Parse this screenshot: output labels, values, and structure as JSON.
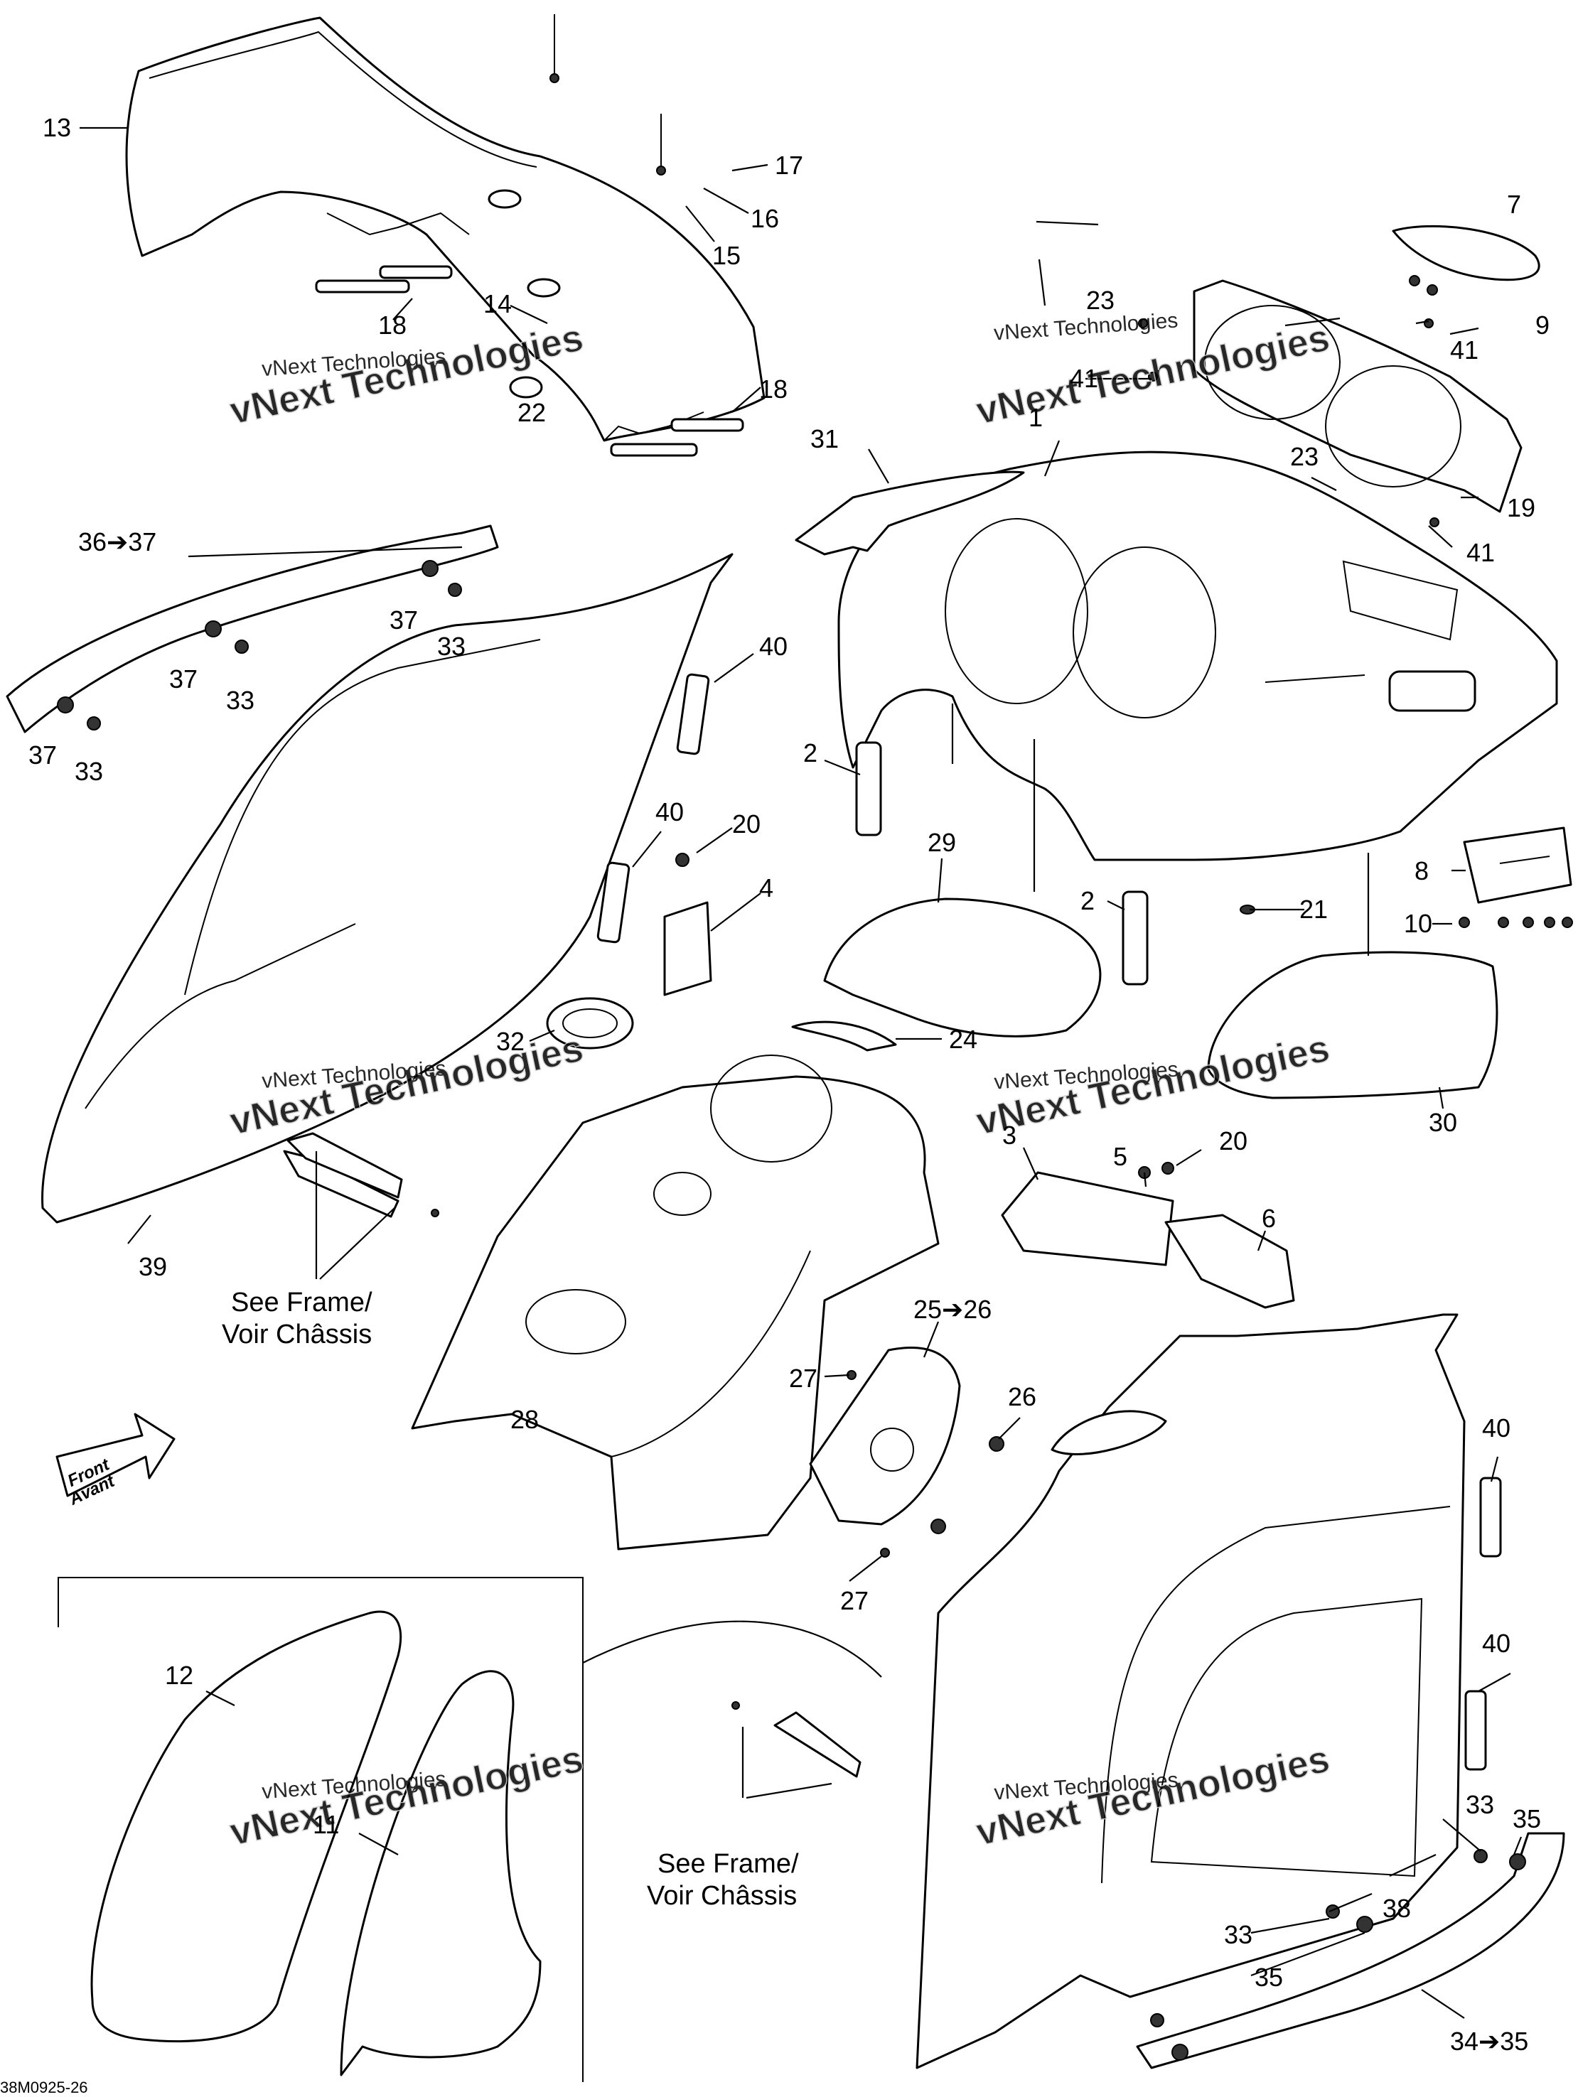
{
  "diagram": {
    "callouts": [
      {
        "id": "c13",
        "text": "13"
      },
      {
        "id": "c17",
        "text": "17"
      },
      {
        "id": "c16",
        "text": "16"
      },
      {
        "id": "c15",
        "text": "15"
      },
      {
        "id": "c14",
        "text": "14"
      },
      {
        "id": "c18a",
        "text": "18"
      },
      {
        "id": "c22",
        "text": "22"
      },
      {
        "id": "c18b",
        "text": "18"
      },
      {
        "id": "c7",
        "text": "7"
      },
      {
        "id": "c23a",
        "text": "23"
      },
      {
        "id": "c9",
        "text": "9"
      },
      {
        "id": "c41a",
        "text": "41"
      },
      {
        "id": "c41b",
        "text": "41"
      },
      {
        "id": "c31",
        "text": "31"
      },
      {
        "id": "c1",
        "text": "1"
      },
      {
        "id": "c23b",
        "text": "23"
      },
      {
        "id": "c19",
        "text": "19"
      },
      {
        "id": "c41c",
        "text": "41"
      },
      {
        "id": "c36",
        "text": "36➔37"
      },
      {
        "id": "c37a",
        "text": "37"
      },
      {
        "id": "c33a",
        "text": "33"
      },
      {
        "id": "c37b",
        "text": "37"
      },
      {
        "id": "c33b",
        "text": "33"
      },
      {
        "id": "c37c",
        "text": "37"
      },
      {
        "id": "c33c",
        "text": "33"
      },
      {
        "id": "c40a",
        "text": "40"
      },
      {
        "id": "c2a",
        "text": "2"
      },
      {
        "id": "c40b",
        "text": "40"
      },
      {
        "id": "c20a",
        "text": "20"
      },
      {
        "id": "c4",
        "text": "4"
      },
      {
        "id": "c29",
        "text": "29"
      },
      {
        "id": "c2b",
        "text": "2"
      },
      {
        "id": "c8",
        "text": "8"
      },
      {
        "id": "c21",
        "text": "21"
      },
      {
        "id": "c10",
        "text": "10"
      },
      {
        "id": "c32",
        "text": "32"
      },
      {
        "id": "c24",
        "text": "24"
      },
      {
        "id": "c30",
        "text": "30"
      },
      {
        "id": "c39",
        "text": "39"
      },
      {
        "id": "c3",
        "text": "3"
      },
      {
        "id": "c5",
        "text": "5"
      },
      {
        "id": "c20b",
        "text": "20"
      },
      {
        "id": "c6",
        "text": "6"
      },
      {
        "id": "c25",
        "text": "25➔26"
      },
      {
        "id": "c27a",
        "text": "27"
      },
      {
        "id": "c26",
        "text": "26"
      },
      {
        "id": "c28",
        "text": "28"
      },
      {
        "id": "c27b",
        "text": "27"
      },
      {
        "id": "c40c",
        "text": "40"
      },
      {
        "id": "c12",
        "text": "12"
      },
      {
        "id": "c40d",
        "text": "40"
      },
      {
        "id": "c11",
        "text": "11"
      },
      {
        "id": "c33d",
        "text": "33"
      },
      {
        "id": "c35a",
        "text": "35"
      },
      {
        "id": "c38",
        "text": "38"
      },
      {
        "id": "c33e",
        "text": "33"
      },
      {
        "id": "c35b",
        "text": "35"
      },
      {
        "id": "c34",
        "text": "34➔35"
      }
    ],
    "see_frame_1": [
      "See Frame/",
      "Voir Châssis"
    ],
    "see_frame_2": [
      "See Frame/",
      "Voir Châssis"
    ],
    "front_arrow": [
      "Front",
      "Avant"
    ],
    "watermark": {
      "line1": "vNext Technologies",
      "line2": "vNext Technologies"
    },
    "reference_code": "38M0925-26"
  }
}
